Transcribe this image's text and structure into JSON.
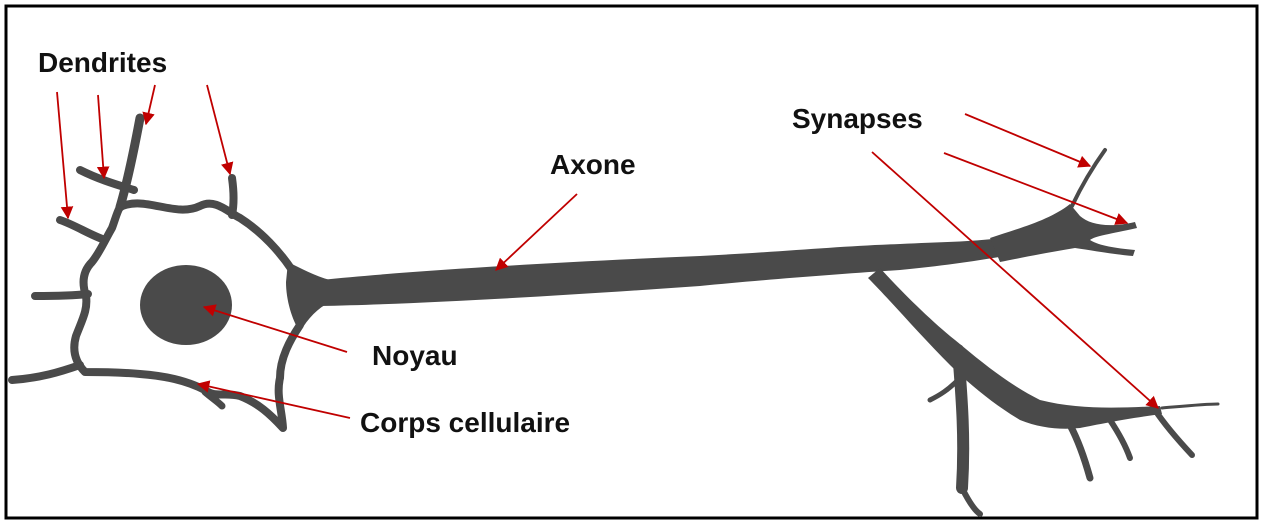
{
  "labels": {
    "dendrites": "Dendrites",
    "synapses": "Synapses",
    "axone": "Axone",
    "noyau": "Noyau",
    "corps": "Corps cellulaire"
  },
  "colors": {
    "neuron": "#4a4a4a",
    "arrow": "#c00000",
    "border": "#000000",
    "text": "#111111",
    "background": "#ffffff"
  }
}
